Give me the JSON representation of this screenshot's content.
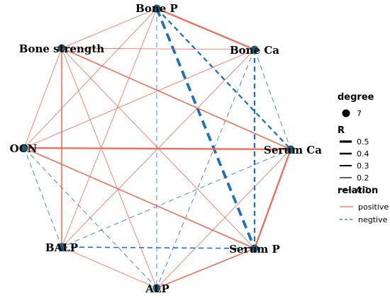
{
  "colors": {
    "positive": "#f06a55",
    "negative": "#1f6fbf",
    "node": "#1a5f7a"
  },
  "nodes": [
    {
      "id": "bone_p",
      "label": "Bone P"
    },
    {
      "id": "bone_ca",
      "label": "Bone Ca"
    },
    {
      "id": "serum_ca",
      "label": "Serum Ca"
    },
    {
      "id": "serum_p",
      "label": "Serum P"
    },
    {
      "id": "alp",
      "label": "ALP"
    },
    {
      "id": "balp",
      "label": "BALP"
    },
    {
      "id": "ocn",
      "label": "OCN"
    },
    {
      "id": "bone_strength",
      "label": "Bone strength"
    }
  ],
  "edges": [
    {
      "a": "bone_p",
      "b": "bone_ca",
      "relation": "positive",
      "r": 0.3
    },
    {
      "a": "bone_p",
      "b": "serum_ca",
      "relation": "negative",
      "r": 0.3
    },
    {
      "a": "bone_p",
      "b": "serum_p",
      "relation": "negative",
      "r": 0.5
    },
    {
      "a": "bone_p",
      "b": "alp",
      "relation": "negative",
      "r": 0.1
    },
    {
      "a": "bone_p",
      "b": "balp",
      "relation": "positive",
      "r": 0.1
    },
    {
      "a": "bone_p",
      "b": "ocn",
      "relation": "positive",
      "r": 0.1
    },
    {
      "a": "bone_p",
      "b": "bone_strength",
      "relation": "positive",
      "r": 0.1
    },
    {
      "a": "bone_ca",
      "b": "serum_ca",
      "relation": "negative",
      "r": 0.1
    },
    {
      "a": "bone_ca",
      "b": "serum_p",
      "relation": "negative",
      "r": 0.3
    },
    {
      "a": "bone_ca",
      "b": "alp",
      "relation": "negative",
      "r": 0.1
    },
    {
      "a": "bone_ca",
      "b": "balp",
      "relation": "positive",
      "r": 0.1
    },
    {
      "a": "bone_ca",
      "b": "ocn",
      "relation": "positive",
      "r": 0.1
    },
    {
      "a": "bone_ca",
      "b": "bone_strength",
      "relation": "positive",
      "r": 0.1
    },
    {
      "a": "serum_ca",
      "b": "serum_p",
      "relation": "positive",
      "r": 0.3
    },
    {
      "a": "serum_ca",
      "b": "alp",
      "relation": "positive",
      "r": 0.1
    },
    {
      "a": "serum_ca",
      "b": "balp",
      "relation": "negative",
      "r": 0.1
    },
    {
      "a": "serum_ca",
      "b": "ocn",
      "relation": "positive",
      "r": 0.3
    },
    {
      "a": "serum_ca",
      "b": "bone_strength",
      "relation": "positive",
      "r": 0.2
    },
    {
      "a": "serum_p",
      "b": "alp",
      "relation": "positive",
      "r": 0.2
    },
    {
      "a": "serum_p",
      "b": "balp",
      "relation": "negative",
      "r": 0.2
    },
    {
      "a": "serum_p",
      "b": "ocn",
      "relation": "positive",
      "r": 0.2
    },
    {
      "a": "serum_p",
      "b": "bone_strength",
      "relation": "positive",
      "r": 0.1
    },
    {
      "a": "alp",
      "b": "balp",
      "relation": "positive",
      "r": 0.1
    },
    {
      "a": "alp",
      "b": "ocn",
      "relation": "negative",
      "r": 0.1
    },
    {
      "a": "alp",
      "b": "bone_strength",
      "relation": "positive",
      "r": 0.1
    },
    {
      "a": "balp",
      "b": "ocn",
      "relation": "negative",
      "r": 0.1
    },
    {
      "a": "balp",
      "b": "bone_strength",
      "relation": "positive",
      "r": 0.2
    },
    {
      "a": "ocn",
      "b": "bone_strength",
      "relation": "positive",
      "r": 0.1
    }
  ],
  "legend": {
    "degree_title": "degree",
    "degree_value": "7",
    "r_title": "R",
    "r_items": [
      "0.5",
      "0.4",
      "0.3",
      "0.2",
      "0.1"
    ],
    "relation_title": "relation",
    "relation_items": [
      {
        "label": "positive",
        "relation": "positive"
      },
      {
        "label": "negtive",
        "relation": "negative"
      }
    ]
  }
}
